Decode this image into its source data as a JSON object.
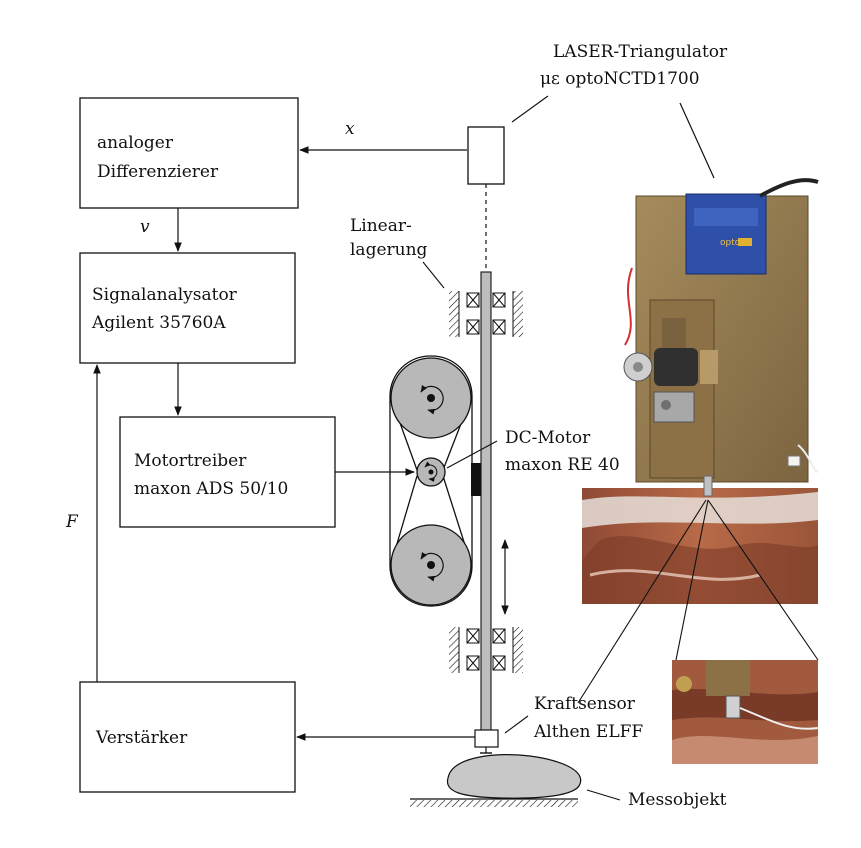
{
  "blocks": {
    "differentiator": [
      "analoger",
      "Differenzierer"
    ],
    "analyzer": [
      "Signalanalysator",
      "Agilent 35760A"
    ],
    "driver": [
      "Motortreiber",
      "maxon ADS 50/10"
    ],
    "amplifier": "Verstärker"
  },
  "signals": {
    "x": "x",
    "v": "v",
    "F": "F"
  },
  "labels": {
    "laser": [
      "LASER-Triangulator",
      "με optoNCTD1700"
    ],
    "bearing": [
      "Linear-",
      "lagerung"
    ],
    "motor": [
      "DC-Motor",
      "maxon RE 40"
    ],
    "force_sensor": [
      "Kraftsensor",
      "Althen ELFF"
    ],
    "object": "Messobjekt"
  },
  "photo": {
    "sensor_brand": "opto"
  },
  "colors": {
    "line": "#111111",
    "pulley": "#b8b8b8",
    "rod": "#bdbdbd",
    "object": "#c8c8c8",
    "plate": "#9a8050",
    "sensor_blue": "#2f50a8",
    "tissue": "#a5583c"
  }
}
